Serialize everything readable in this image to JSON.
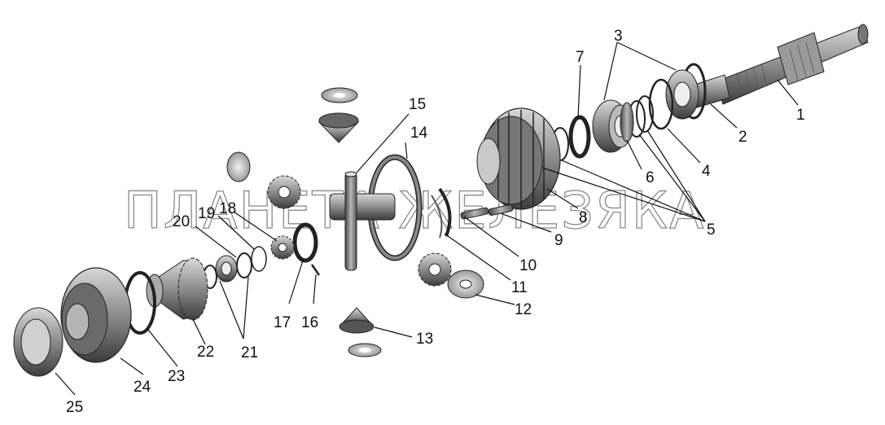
{
  "watermark": "ПЛАНЕТА ЖЕЛЕЗЯКА",
  "callouts": {
    "c1": "1",
    "c2": "2",
    "c3": "3",
    "c4": "4",
    "c5": "5",
    "c6": "6",
    "c7": "7",
    "c8": "8",
    "c9": "9",
    "c10": "10",
    "c11": "11",
    "c12": "12",
    "c13": "13",
    "c14": "14",
    "c15": "15",
    "c16": "16",
    "c17": "17",
    "c18": "18",
    "c19": "19",
    "c20": "20",
    "c21": "21",
    "c22": "22",
    "c23": "23",
    "c24": "24",
    "c25": "25"
  }
}
